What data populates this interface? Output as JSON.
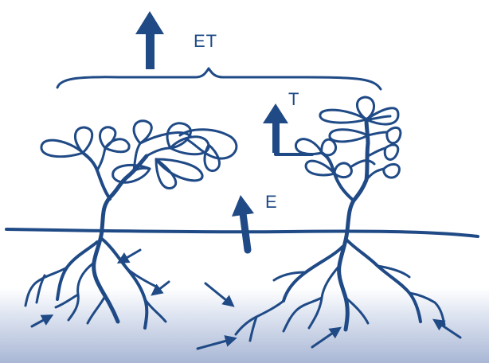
{
  "labels": {
    "evapotranspiration": "ET",
    "transpiration": "T",
    "evaporation": "E"
  },
  "colors": {
    "line": "#1f4a86",
    "soil_top": "#ffffff",
    "soil_bottom": "#aab8d6"
  },
  "icons": {
    "et_arrow": "arrow-up-icon",
    "t_arrow": "arrow-up-icon",
    "e_arrow": "arrow-up-icon",
    "water_uptake_arrows": "arrow-icon"
  }
}
